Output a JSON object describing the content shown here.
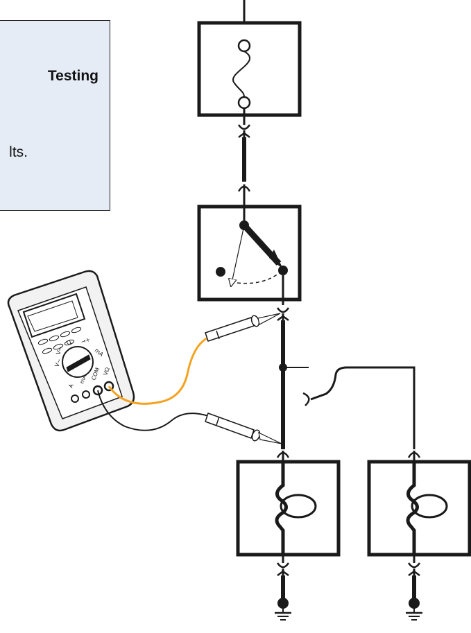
{
  "note": {
    "title": "Testing",
    "text": "lts."
  },
  "multimeter": {
    "port_labels": [
      "A",
      "mA",
      "COM",
      "VΩ"
    ],
    "dial_labels": [
      "V~",
      "V⎓",
      "Ω",
      "→+",
      "mA"
    ]
  },
  "colors": {
    "wire": "#1a1a1a",
    "red_lead": "#f4a21f",
    "black_lead": "#1a1a1a",
    "note_bg": "#e6ecf5"
  }
}
